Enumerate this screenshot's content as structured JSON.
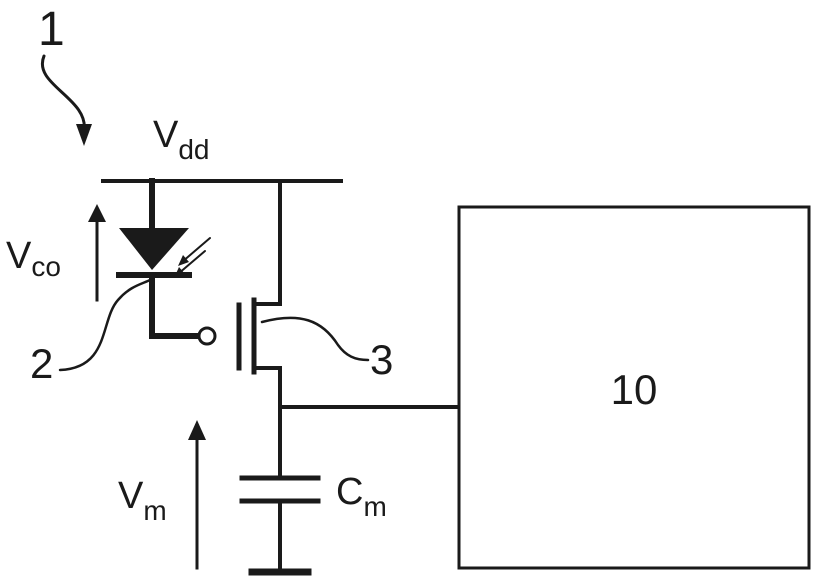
{
  "labels": {
    "ref_circuit": "1",
    "ref_photodiode": "2",
    "ref_transistor": "3",
    "ref_block": "10",
    "supply_main": "V",
    "supply_sub": "dd",
    "vco_main": "V",
    "vco_sub": "co",
    "vm_main": "V",
    "vm_sub": "m",
    "cm_main": "C",
    "cm_sub": "m"
  }
}
